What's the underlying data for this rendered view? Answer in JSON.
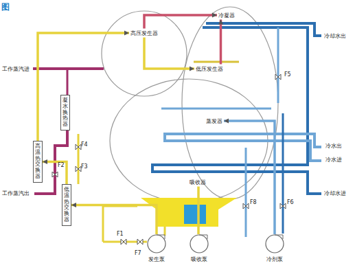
{
  "diagram": {
    "title": "图",
    "nodes": [
      {
        "text": [
          "高压发生器"
        ]
      },
      {
        "text": [
          "冷凝器"
        ]
      },
      {
        "text": [
          "低压发生器"
        ]
      },
      {
        "text": [
          "蒸发器"
        ]
      },
      {
        "text": [
          "吸收器"
        ]
      },
      {
        "text": [
          "凝水换热器"
        ]
      },
      {
        "text": [
          "高温热交换器"
        ]
      },
      {
        "text": [
          "低温热交换器"
        ]
      },
      {
        "text": [
          "发生泵"
        ]
      },
      {
        "text": [
          "吸收泵"
        ]
      },
      {
        "text": [
          "冷剂泵"
        ]
      }
    ],
    "edges": [
      {
        "from": 0,
        "to": 1,
        "arrow": "to"
      },
      {
        "from": 0,
        "to": 2,
        "arrow": "to"
      },
      {
        "from": 2,
        "to": 1,
        "arrow": "to"
      },
      {
        "from": 4,
        "to": 9,
        "arrow": "none"
      },
      {
        "from": 8,
        "to": 7,
        "arrow": "to"
      },
      {
        "from": 7,
        "to": 6,
        "arrow": "to"
      },
      {
        "from": 6,
        "to": 0,
        "arrow": "to"
      },
      {
        "from": 10,
        "to": 3,
        "arrow": "to"
      }
    ],
    "labels": [
      "冷却水出",
      "工作蒸汽进",
      "F5",
      "F4",
      "F2",
      "F3",
      "冷水出",
      "冷水进",
      "工作蒸汽出",
      "冷却水进",
      "F8",
      "F6",
      "F1",
      "F7"
    ]
  }
}
